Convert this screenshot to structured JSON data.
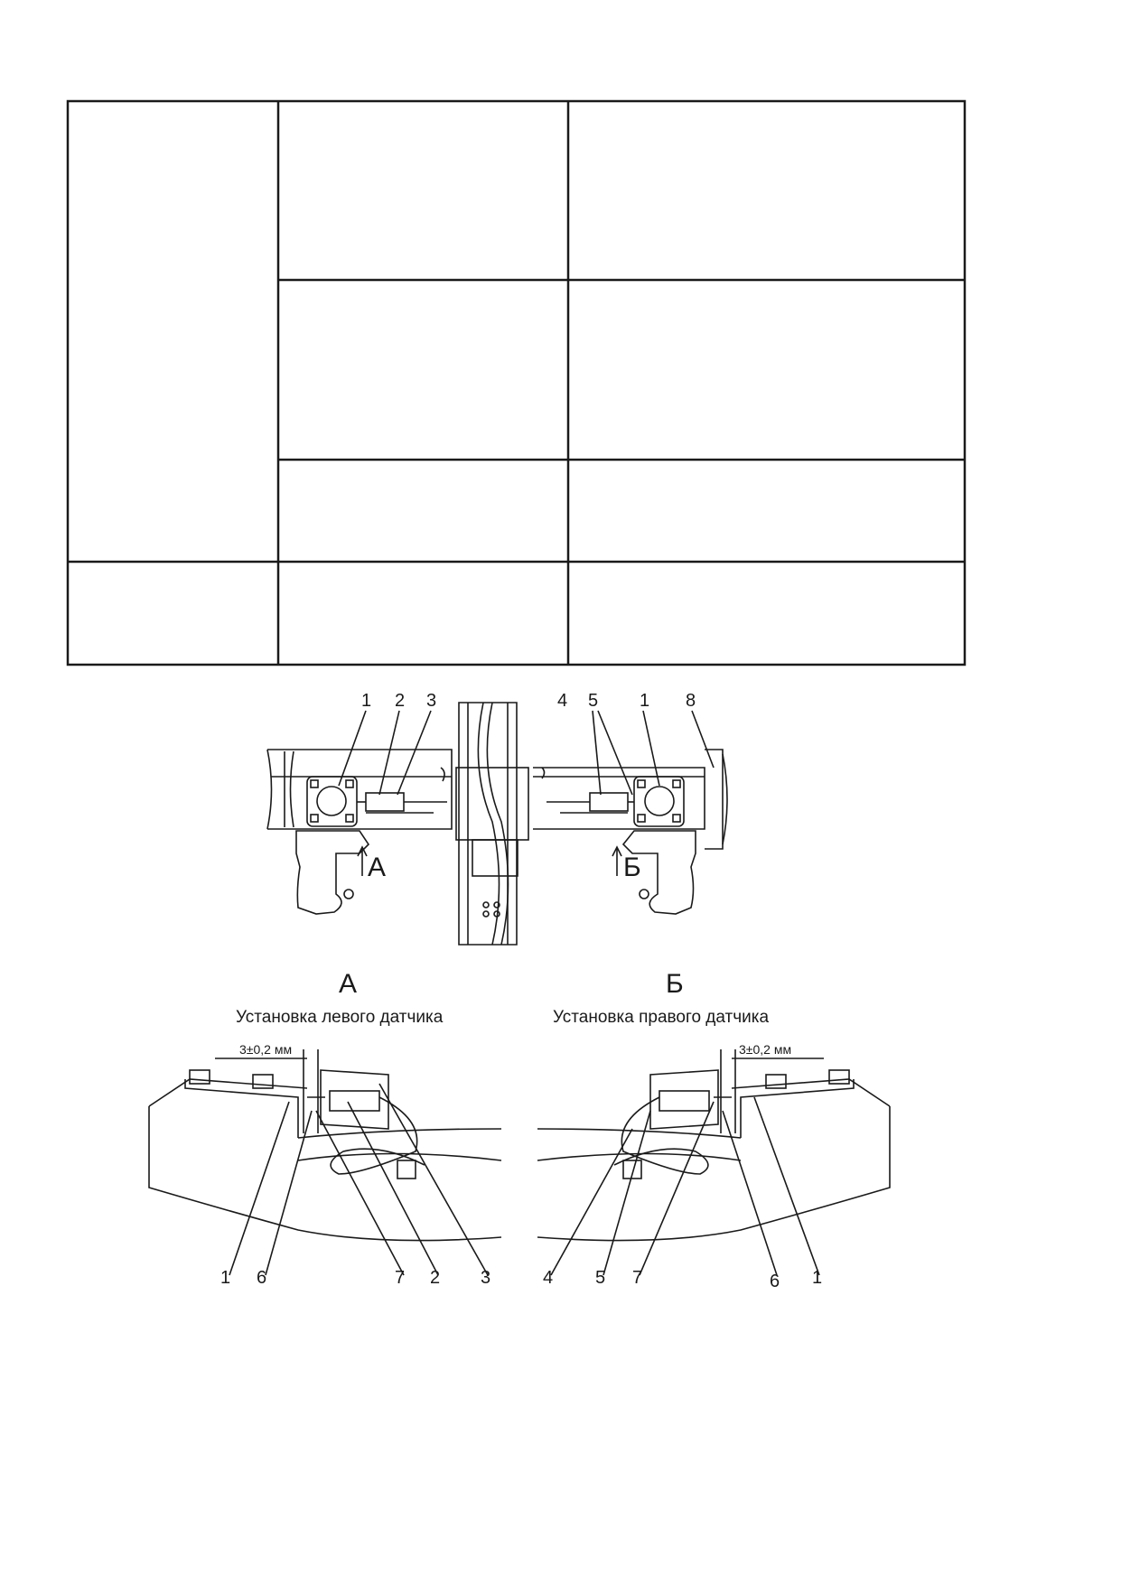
{
  "table": {
    "rows": 4,
    "columns": 3,
    "cells_text": []
  },
  "top_view": {
    "callouts_left": [
      "1",
      "2",
      "3"
    ],
    "callouts_right": [
      "4",
      "5",
      "1",
      "8"
    ],
    "arrow_left": "А",
    "arrow_right": "Б"
  },
  "detail_a": {
    "letter": "А",
    "caption": "Установка левого датчика",
    "dimension": "3±0,2 мм",
    "callouts": [
      "1",
      "6",
      "7",
      "2",
      "3"
    ]
  },
  "detail_b": {
    "letter": "Б",
    "caption": "Установка правого датчика",
    "dimension": "3±0,2 мм",
    "callouts": [
      "4",
      "5",
      "7",
      "6",
      "1"
    ]
  },
  "colors": {
    "line": "#1a1a1a",
    "background": "#ffffff"
  }
}
